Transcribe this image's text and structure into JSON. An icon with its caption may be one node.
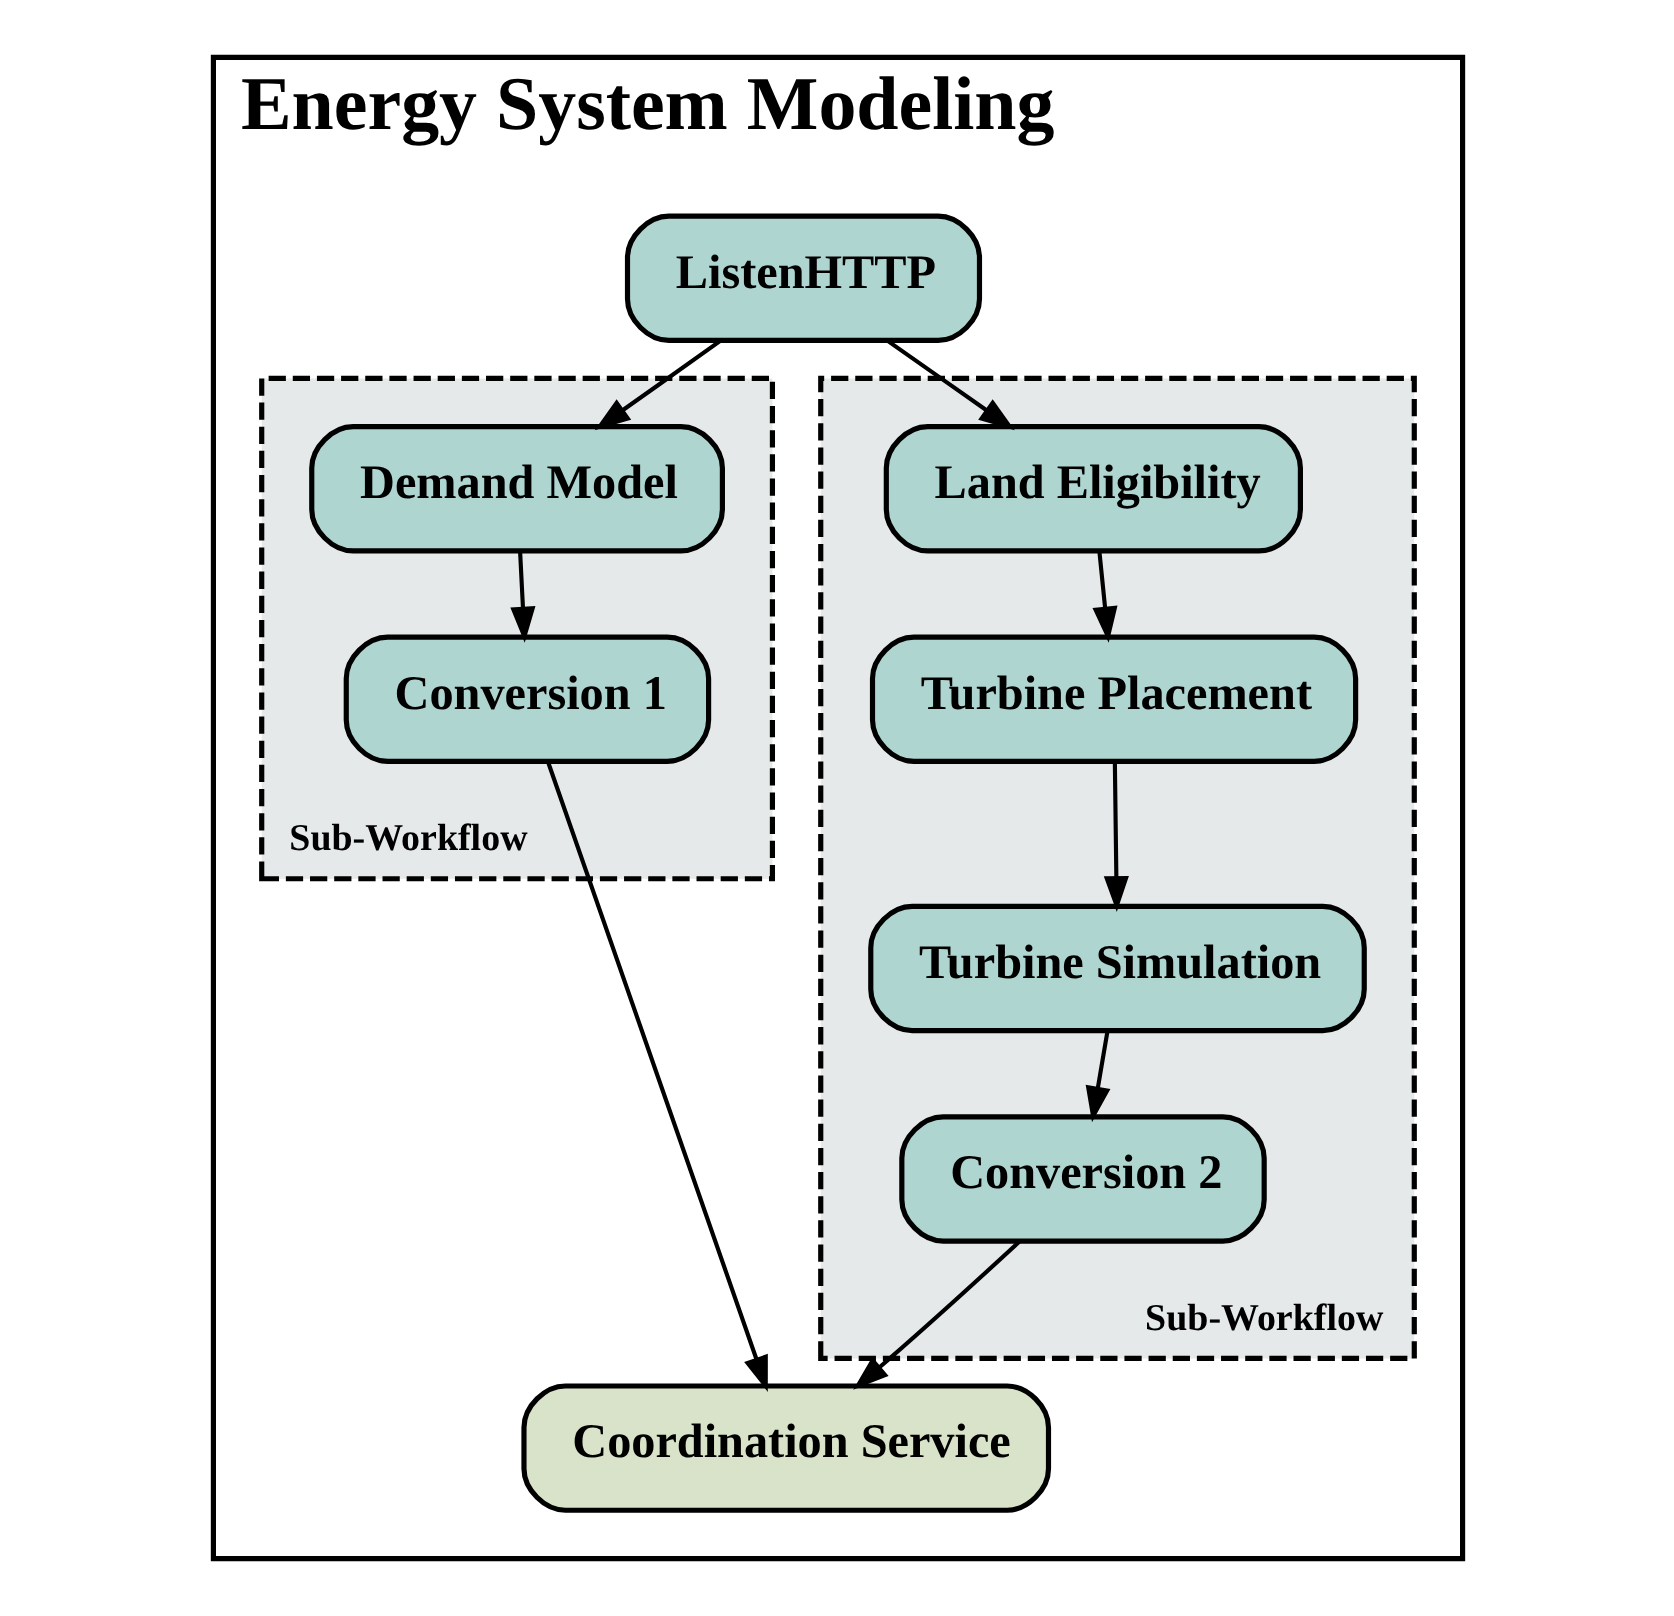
{
  "diagram": {
    "nodes": [
      {
        "text": [
          "Energy System Modeling"
        ]
      },
      {
        "text": [
          "ListenHTTP"
        ],
        "in": 0
      },
      {
        "text": [
          "Sub-Workflow"
        ],
        "in": 0
      },
      {
        "text": [
          "Demand Model"
        ],
        "in": 2
      },
      {
        "text": [
          "Conversion 1"
        ],
        "in": 2
      },
      {
        "text": [
          "Sub-Workflow"
        ],
        "in": 0
      },
      {
        "text": [
          "Land Eligibility"
        ],
        "in": 5
      },
      {
        "text": [
          "Turbine Placement"
        ],
        "in": 5
      },
      {
        "text": [
          "Turbine Simulation"
        ],
        "in": 5
      },
      {
        "text": [
          "Conversion 2"
        ],
        "in": 5
      },
      {
        "text": [
          "Coordination Service"
        ],
        "in": 0
      }
    ],
    "edges": [
      {
        "from": 1,
        "to": 3,
        "arrow": "to"
      },
      {
        "from": 1,
        "to": 6,
        "arrow": "to"
      },
      {
        "from": 3,
        "to": 4,
        "arrow": "to"
      },
      {
        "from": 6,
        "to": 7,
        "arrow": "to"
      },
      {
        "from": 7,
        "to": 8,
        "arrow": "to"
      },
      {
        "from": 8,
        "to": 9,
        "arrow": "to"
      },
      {
        "from": 4,
        "to": 10,
        "arrow": "to"
      },
      {
        "from": 9,
        "to": 10,
        "arrow": "to"
      }
    ]
  }
}
